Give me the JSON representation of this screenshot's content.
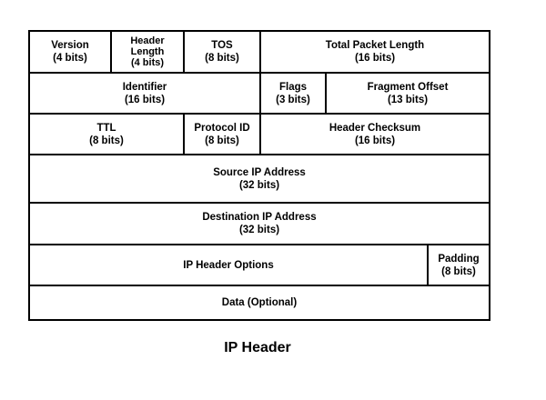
{
  "diagram": {
    "rows": [
      [
        {
          "name": "Version",
          "bits": "(4 bits)"
        },
        {
          "name": "Header\nLength",
          "bits": "(4 bits)"
        },
        {
          "name": "TOS",
          "bits": "(8 bits)"
        },
        {
          "name": "Total Packet Length",
          "bits": "(16 bits)"
        }
      ],
      [
        {
          "name": "Identifier",
          "bits": "(16 bits)"
        },
        {
          "name": "Flags",
          "bits": "(3 bits)"
        },
        {
          "name": "Fragment Offset",
          "bits": "(13 bits)"
        }
      ],
      [
        {
          "name": "TTL",
          "bits": "(8 bits)"
        },
        {
          "name": "Protocol ID",
          "bits": "(8 bits)"
        },
        {
          "name": "Header Checksum",
          "bits": "(16 bits)"
        }
      ],
      [
        {
          "name": "Source IP Address",
          "bits": "(32 bits)"
        }
      ],
      [
        {
          "name": "Destination IP Address",
          "bits": "(32 bits)"
        }
      ],
      [
        {
          "name": "IP Header Options",
          "bits": ""
        },
        {
          "name": "Padding",
          "bits": "(8 bits)"
        }
      ],
      [
        {
          "name": "Data (Optional)",
          "bits": ""
        }
      ]
    ]
  },
  "caption": "IP Header"
}
